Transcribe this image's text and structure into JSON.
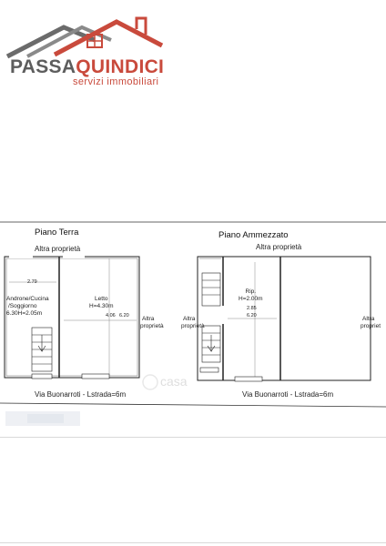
{
  "logo": {
    "brand_part1": "PASSA",
    "brand_part2": "QUINDICI",
    "tagline": "servizi immobiliari",
    "colors": {
      "accent": "#c94a3c",
      "grey": "#5d5d5d"
    }
  },
  "plan_left": {
    "title": "Piano Terra",
    "top_neighbor": "Altra proprietà",
    "right_neighbor_line1": "Altra",
    "right_neighbor_line2": "proprietà",
    "room1_line1": "Androne/Cucina",
    "room1_line2": "/Soggiorno",
    "room1_height": "6.30H=2.05m",
    "room1_dim": "2.79",
    "room2_name": "Letto",
    "room2_height": "H=4.30m",
    "room2_dim1": "4.06",
    "room2_dim2": "6.20",
    "street": "Via Buonarroti - Lstrada=6m"
  },
  "plan_right": {
    "title": "Piano Ammezzato",
    "top_neighbor": "Altra proprietà",
    "left_neighbor_line1": "Altra",
    "left_neighbor_line2": "proprietà",
    "right_neighbor_line1": "Altra",
    "right_neighbor_line2": "propriet",
    "room_name": "Rip.",
    "room_height": "H=2.00m",
    "room_dim1": "2.85",
    "room_dim2": "6.20",
    "street": "Via Buonarroti - Lstrada=6m"
  },
  "watermark": "casa"
}
